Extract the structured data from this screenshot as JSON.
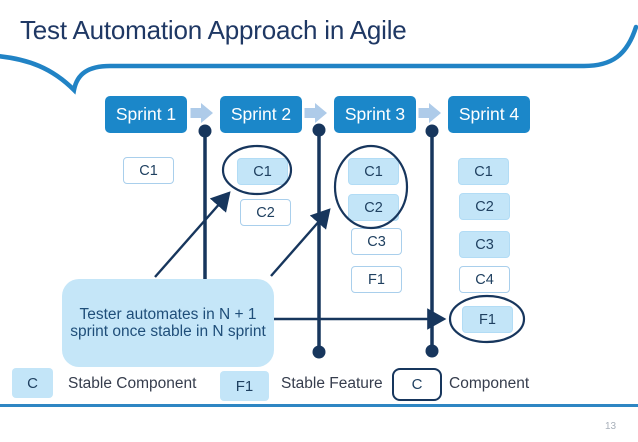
{
  "slide": {
    "title": "Test Automation Approach in Agile",
    "page_number": "13"
  },
  "sprints": [
    {
      "label": "Sprint 1"
    },
    {
      "label": "Sprint 2"
    },
    {
      "label": "Sprint 3"
    },
    {
      "label": "Sprint 4"
    }
  ],
  "boxes": {
    "s1": [
      {
        "label": "C1",
        "style": "component"
      }
    ],
    "s2": [
      {
        "label": "C1",
        "style": "stable-component",
        "circled": true
      },
      {
        "label": "C2",
        "style": "component"
      }
    ],
    "s3": [
      {
        "label": "C1",
        "style": "stable-component",
        "circled": true
      },
      {
        "label": "C2",
        "style": "stable-component",
        "circled": true
      },
      {
        "label": "C3",
        "style": "component"
      },
      {
        "label": "F1",
        "style": "component"
      }
    ],
    "s4": [
      {
        "label": "C1",
        "style": "stable-component"
      },
      {
        "label": "C2",
        "style": "stable-component"
      },
      {
        "label": "C3",
        "style": "stable-component"
      },
      {
        "label": "C4",
        "style": "component"
      },
      {
        "label": "F1",
        "style": "stable-feature",
        "circled": true
      }
    ]
  },
  "callout": {
    "line1": "Tester automates in N + 1",
    "line2": "sprint once stable in N sprint"
  },
  "legend": {
    "stable_component": {
      "symbol": "C",
      "label": "Stable Component"
    },
    "stable_feature": {
      "symbol": "F1",
      "label": "Stable Feature"
    },
    "component": {
      "symbol": "C",
      "label": "Component"
    }
  },
  "colors": {
    "header_blue": "#1B87C9",
    "light_blue_fill": "#C3E5F8",
    "navy": "#17365D",
    "curve_blue": "#2183C5",
    "title_navy": "#1F3864",
    "separator_blue": "#2E86C3"
  }
}
